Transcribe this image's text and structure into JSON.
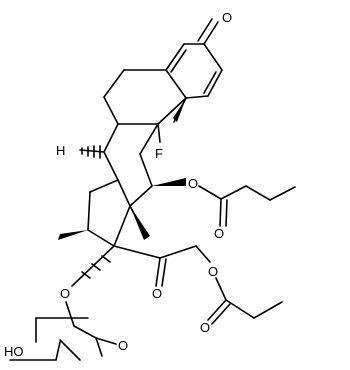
{
  "molecule": {
    "atoms": {
      "ketone_o": "O",
      "fluorine": "F",
      "h_stereo": "H",
      "ester11_o": "O",
      "ester11_co": "O",
      "ester17_o": "O",
      "ketone20_o": "O",
      "ester21_o": "O",
      "ester21_co": "O",
      "propanoate_co": "O",
      "hydroxyl": "HO"
    }
  }
}
